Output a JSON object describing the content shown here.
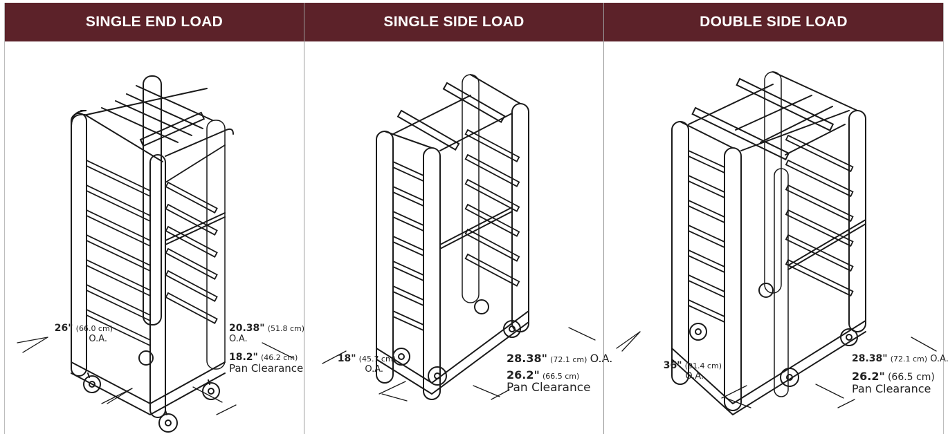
{
  "panels": [
    {
      "title": "SINGLE END LOAD",
      "depth": {
        "value": "26\"",
        "metric": "(66.0 cm)",
        "suffix": "O.A."
      },
      "width": {
        "value": "20.38\"",
        "metric": "(51.8 cm)",
        "suffix": "O.A."
      },
      "clearance": {
        "value": "18.2\"",
        "metric": "(46.2 cm)",
        "suffix": "Pan Clearance"
      }
    },
    {
      "title": "SINGLE SIDE LOAD",
      "depth": {
        "value": "18\"",
        "metric": "(45.7 cm)",
        "suffix": "O.A."
      },
      "width": {
        "value": "28.38\"",
        "metric": "(72.1 cm)",
        "suffix": "O.A."
      },
      "clearance": {
        "value": "26.2\"",
        "metric": "(66.5 cm)",
        "suffix": "Pan Clearance"
      }
    },
    {
      "title": "DOUBLE SIDE LOAD",
      "depth": {
        "value": "36\"",
        "metric": "(91.4 cm)",
        "suffix": "O.A."
      },
      "width": {
        "value": "28.38\"",
        "metric": "(72.1 cm)",
        "suffix": "O.A."
      },
      "clearance": {
        "value": "26.2\"",
        "metric": "(66.5 cm)",
        "suffix": "Pan Clearance"
      }
    }
  ]
}
